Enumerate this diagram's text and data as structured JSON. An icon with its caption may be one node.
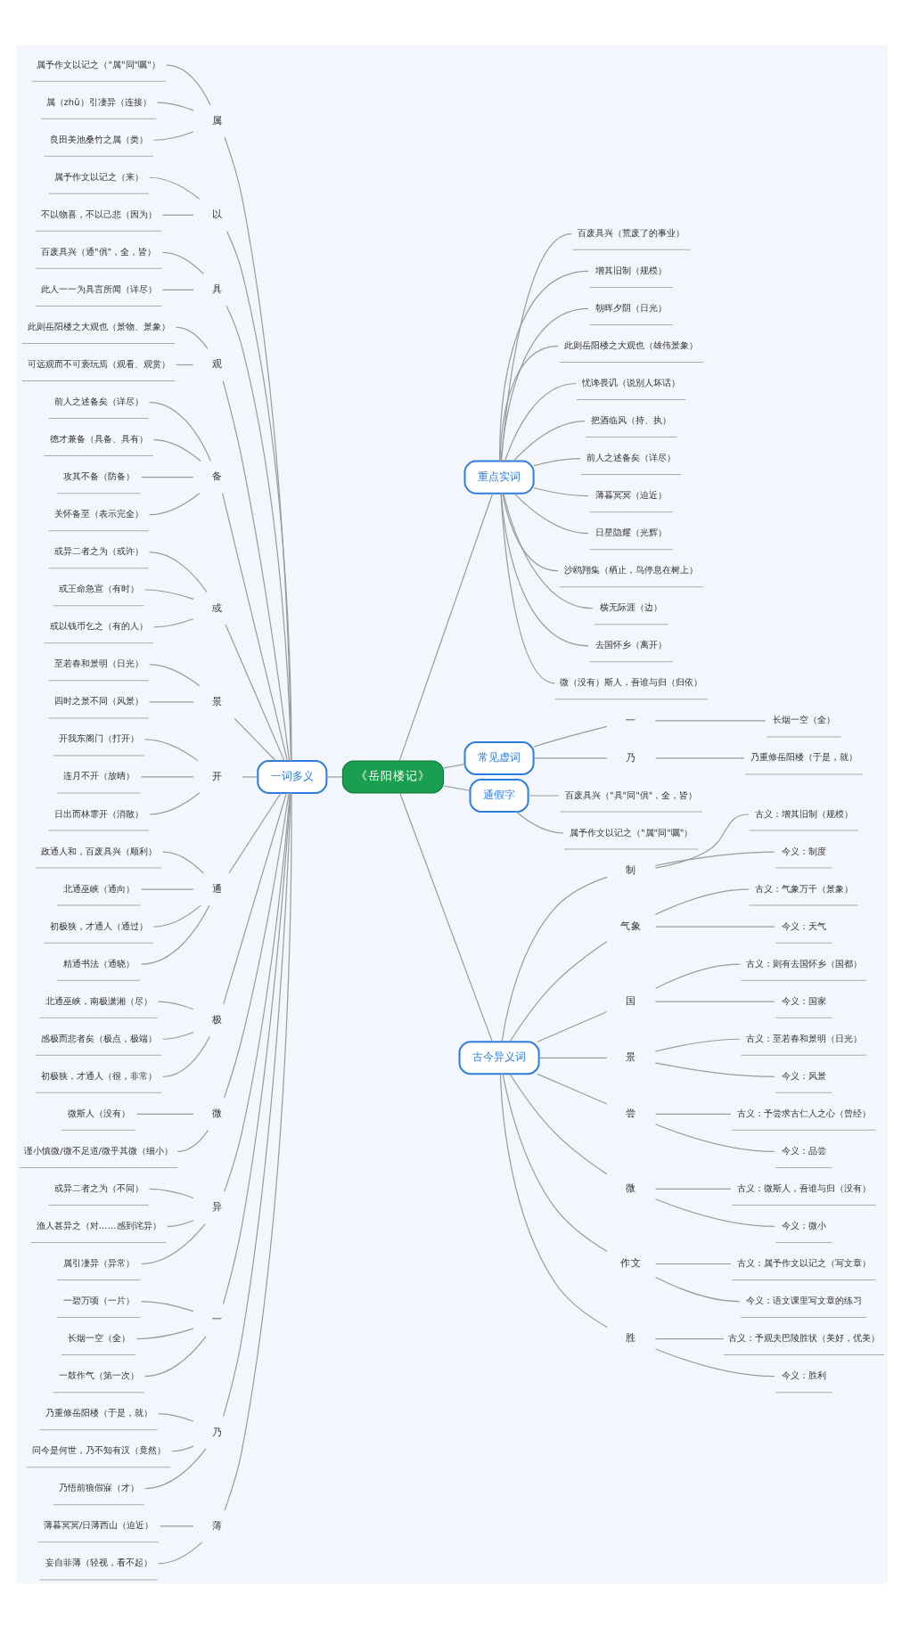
{
  "diagram": {
    "nodes": [
      {
        "text": [
          "《岳阳楼记》"
        ]
      },
      {
        "text": [
          "一词多义"
        ]
      },
      {
        "text": [
          "属"
        ]
      },
      {
        "text": [
          "属予作文以记之（\"属\"同\"嘱\"）"
        ]
      },
      {
        "text": [
          "属（zhǔ）引凄异（连接）"
        ]
      },
      {
        "text": [
          "良田美池桑竹之属（类）"
        ]
      },
      {
        "text": [
          "以"
        ]
      },
      {
        "text": [
          "属予作文以记之（来）"
        ]
      },
      {
        "text": [
          "不以物喜，不以己悲（因为）"
        ]
      },
      {
        "text": [
          "具"
        ]
      },
      {
        "text": [
          "百废具兴（通\"俱\"，全，皆）"
        ]
      },
      {
        "text": [
          "此人一一为具言所闻（详尽）"
        ]
      },
      {
        "text": [
          "观"
        ]
      },
      {
        "text": [
          "此则岳阳楼之大观也（景物、景象）"
        ]
      },
      {
        "text": [
          "可远观而不可亵玩焉（观看、观赏）"
        ]
      },
      {
        "text": [
          "备"
        ]
      },
      {
        "text": [
          "前人之述备矣（详尽）"
        ]
      },
      {
        "text": [
          "德才兼备（具备、具有）"
        ]
      },
      {
        "text": [
          "攻其不备（防备）"
        ]
      },
      {
        "text": [
          "关怀备至（表示完全）"
        ]
      },
      {
        "text": [
          "或"
        ]
      },
      {
        "text": [
          "或异二者之为（或许）"
        ]
      },
      {
        "text": [
          "或王命急宣（有时）"
        ]
      },
      {
        "text": [
          "或以钱币乞之（有的人）"
        ]
      },
      {
        "text": [
          "景"
        ]
      },
      {
        "text": [
          "至若春和景明（日光）"
        ]
      },
      {
        "text": [
          "四时之景不同（风景）"
        ]
      },
      {
        "text": [
          "开"
        ]
      },
      {
        "text": [
          "开我东阁门（打开）"
        ]
      },
      {
        "text": [
          "连月不开（放晴）"
        ]
      },
      {
        "text": [
          "日出而林霏开（消散）"
        ]
      },
      {
        "text": [
          "通"
        ]
      },
      {
        "text": [
          "政通人和，百废具兴（顺利）"
        ]
      },
      {
        "text": [
          "北通巫峡（通向）"
        ]
      },
      {
        "text": [
          "初极狭，才通人（通过）"
        ]
      },
      {
        "text": [
          "精通书法（通晓）"
        ]
      },
      {
        "text": [
          "极"
        ]
      },
      {
        "text": [
          "北通巫峡，南极潇湘（尽）"
        ]
      },
      {
        "text": [
          "感极而悲者矣（极点，极端）"
        ]
      },
      {
        "text": [
          "初极狭，才通人（很，非常）"
        ]
      },
      {
        "text": [
          "微"
        ]
      },
      {
        "text": [
          "微斯人（没有）"
        ]
      },
      {
        "text": [
          "谨小慎微/微不足道/微乎其微（细小）"
        ]
      },
      {
        "text": [
          "异"
        ]
      },
      {
        "text": [
          "或异二者之为（不同）"
        ]
      },
      {
        "text": [
          "渔人甚异之（对……感到诧异）"
        ]
      },
      {
        "text": [
          "属引凄异（异常）"
        ]
      },
      {
        "text": [
          "一"
        ]
      },
      {
        "text": [
          "一碧万顷（一片）"
        ]
      },
      {
        "text": [
          "长烟一空（全）"
        ]
      },
      {
        "text": [
          "一鼓作气（第一次）"
        ]
      },
      {
        "text": [
          "乃"
        ]
      },
      {
        "text": [
          "乃重修岳阳楼（于是，就）"
        ]
      },
      {
        "text": [
          "问今是何世，乃不知有汉（竟然）"
        ]
      },
      {
        "text": [
          "乃悟前狼假寐（才）"
        ]
      },
      {
        "text": [
          "薄"
        ]
      },
      {
        "text": [
          "薄暮冥冥/日薄西山（迫近）"
        ]
      },
      {
        "text": [
          "妄自菲薄（轻视，看不起）"
        ]
      },
      {
        "text": [
          "重点实词"
        ]
      },
      {
        "text": [
          "百废具兴（荒废了的事业）"
        ]
      },
      {
        "text": [
          "增其旧制（规模）"
        ]
      },
      {
        "text": [
          "朝晖夕阴（日光）"
        ]
      },
      {
        "text": [
          "此则岳阳楼之大观也（雄伟景象）"
        ]
      },
      {
        "text": [
          "忧谗畏讥（说别人坏话）"
        ]
      },
      {
        "text": [
          "把酒临风（持、执）"
        ]
      },
      {
        "text": [
          "前人之述备矣（详尽）"
        ]
      },
      {
        "text": [
          "薄暮冥冥（迫近）"
        ]
      },
      {
        "text": [
          "日星隐耀（光辉）"
        ]
      },
      {
        "text": [
          "沙鸥翔集（栖止，鸟停息在树上）"
        ]
      },
      {
        "text": [
          "横无际涯（边）"
        ]
      },
      {
        "text": [
          "去国怀乡（离开）"
        ]
      },
      {
        "text": [
          "微（没有）斯人，吾谁与归（归依）"
        ]
      },
      {
        "text": [
          "常见虚词"
        ]
      },
      {
        "text": [
          "一"
        ]
      },
      {
        "text": [
          "长烟一空（全）"
        ]
      },
      {
        "text": [
          "乃"
        ]
      },
      {
        "text": [
          "乃重修岳阳楼（于是，就）"
        ]
      },
      {
        "text": [
          "通假字"
        ]
      },
      {
        "text": [
          "百废具兴（\"具\"同\"俱\"，全，皆）"
        ]
      },
      {
        "text": [
          "属予作文以记之（\"属\"同\"嘱\"）"
        ]
      },
      {
        "text": [
          "古今异义词"
        ]
      },
      {
        "text": [
          "制"
        ]
      },
      {
        "text": [
          "古义：增其旧制（规模）"
        ]
      },
      {
        "text": [
          "今义：制度"
        ]
      },
      {
        "text": [
          "气象"
        ]
      },
      {
        "text": [
          "古义：气象万千（景象）"
        ]
      },
      {
        "text": [
          "今义：天气"
        ]
      },
      {
        "text": [
          "国"
        ]
      },
      {
        "text": [
          "古义：则有去国怀乡（国都）"
        ]
      },
      {
        "text": [
          "今义：国家"
        ]
      },
      {
        "text": [
          "景"
        ]
      },
      {
        "text": [
          "古义：至若春和景明（日光）"
        ]
      },
      {
        "text": [
          "今义：风景"
        ]
      },
      {
        "text": [
          "尝"
        ]
      },
      {
        "text": [
          "古义：予尝求古仁人之心（曾经）"
        ]
      },
      {
        "text": [
          "今义：品尝"
        ]
      },
      {
        "text": [
          "微"
        ]
      },
      {
        "text": [
          "古义：微斯人，吾谁与归（没有）"
        ]
      },
      {
        "text": [
          "今义：微小"
        ]
      },
      {
        "text": [
          "作文"
        ]
      },
      {
        "text": [
          "古义：属予作文以记之（写文章）"
        ]
      },
      {
        "text": [
          "今义：语文课里写文章的练习"
        ]
      },
      {
        "text": [
          "胜"
        ]
      },
      {
        "text": [
          "古义：予观夫巴陵胜状（美好，优美）"
        ]
      },
      {
        "text": [
          "今义：胜利"
        ]
      }
    ],
    "edges": [
      {
        "from": 1,
        "to": 0,
        "arrow": "none"
      },
      {
        "from": 2,
        "to": 1,
        "arrow": "none"
      },
      {
        "from": 3,
        "to": 2,
        "arrow": "none"
      },
      {
        "from": 4,
        "to": 2,
        "arrow": "none"
      },
      {
        "from": 5,
        "to": 2,
        "arrow": "none"
      },
      {
        "from": 6,
        "to": 1,
        "arrow": "none"
      },
      {
        "from": 7,
        "to": 6,
        "arrow": "none"
      },
      {
        "from": 8,
        "to": 6,
        "arrow": "none"
      },
      {
        "from": 9,
        "to": 1,
        "arrow": "none"
      },
      {
        "from": 10,
        "to": 9,
        "arrow": "none"
      },
      {
        "from": 11,
        "to": 9,
        "arrow": "none"
      },
      {
        "from": 12,
        "to": 1,
        "arrow": "none"
      },
      {
        "from": 13,
        "to": 12,
        "arrow": "none"
      },
      {
        "from": 14,
        "to": 12,
        "arrow": "none"
      },
      {
        "from": 15,
        "to": 1,
        "arrow": "none"
      },
      {
        "from": 16,
        "to": 15,
        "arrow": "none"
      },
      {
        "from": 17,
        "to": 15,
        "arrow": "none"
      },
      {
        "from": 18,
        "to": 15,
        "arrow": "none"
      },
      {
        "from": 19,
        "to": 15,
        "arrow": "none"
      },
      {
        "from": 20,
        "to": 1,
        "arrow": "none"
      },
      {
        "from": 21,
        "to": 20,
        "arrow": "none"
      },
      {
        "from": 22,
        "to": 20,
        "arrow": "none"
      },
      {
        "from": 23,
        "to": 20,
        "arrow": "none"
      },
      {
        "from": 24,
        "to": 1,
        "arrow": "none"
      },
      {
        "from": 25,
        "to": 24,
        "arrow": "none"
      },
      {
        "from": 26,
        "to": 24,
        "arrow": "none"
      },
      {
        "from": 27,
        "to": 1,
        "arrow": "none"
      },
      {
        "from": 28,
        "to": 27,
        "arrow": "none"
      },
      {
        "from": 29,
        "to": 27,
        "arrow": "none"
      },
      {
        "from": 30,
        "to": 27,
        "arrow": "none"
      },
      {
        "from": 31,
        "to": 1,
        "arrow": "none"
      },
      {
        "from": 32,
        "to": 31,
        "arrow": "none"
      },
      {
        "from": 33,
        "to": 31,
        "arrow": "none"
      },
      {
        "from": 34,
        "to": 31,
        "arrow": "none"
      },
      {
        "from": 35,
        "to": 31,
        "arrow": "none"
      },
      {
        "from": 36,
        "to": 1,
        "arrow": "none"
      },
      {
        "from": 37,
        "to": 36,
        "arrow": "none"
      },
      {
        "from": 38,
        "to": 36,
        "arrow": "none"
      },
      {
        "from": 39,
        "to": 36,
        "arrow": "none"
      },
      {
        "from": 40,
        "to": 1,
        "arrow": "none"
      },
      {
        "from": 41,
        "to": 40,
        "arrow": "none"
      },
      {
        "from": 42,
        "to": 40,
        "arrow": "none"
      },
      {
        "from": 43,
        "to": 1,
        "arrow": "none"
      },
      {
        "from": 44,
        "to": 43,
        "arrow": "none"
      },
      {
        "from": 45,
        "to": 43,
        "arrow": "none"
      },
      {
        "from": 46,
        "to": 43,
        "arrow": "none"
      },
      {
        "from": 47,
        "to": 1,
        "arrow": "none"
      },
      {
        "from": 48,
        "to": 47,
        "arrow": "none"
      },
      {
        "from": 49,
        "to": 47,
        "arrow": "none"
      },
      {
        "from": 50,
        "to": 47,
        "arrow": "none"
      },
      {
        "from": 51,
        "to": 1,
        "arrow": "none"
      },
      {
        "from": 52,
        "to": 51,
        "arrow": "none"
      },
      {
        "from": 53,
        "to": 51,
        "arrow": "none"
      },
      {
        "from": 54,
        "to": 51,
        "arrow": "none"
      },
      {
        "from": 55,
        "to": 1,
        "arrow": "none"
      },
      {
        "from": 56,
        "to": 55,
        "arrow": "none"
      },
      {
        "from": 57,
        "to": 55,
        "arrow": "none"
      },
      {
        "from": 0,
        "to": 58,
        "arrow": "none"
      },
      {
        "from": 58,
        "to": 59,
        "arrow": "none"
      },
      {
        "from": 58,
        "to": 60,
        "arrow": "none"
      },
      {
        "from": 58,
        "to": 61,
        "arrow": "none"
      },
      {
        "from": 58,
        "to": 62,
        "arrow": "none"
      },
      {
        "from": 58,
        "to": 63,
        "arrow": "none"
      },
      {
        "from": 58,
        "to": 64,
        "arrow": "none"
      },
      {
        "from": 58,
        "to": 65,
        "arrow": "none"
      },
      {
        "from": 58,
        "to": 66,
        "arrow": "none"
      },
      {
        "from": 58,
        "to": 67,
        "arrow": "none"
      },
      {
        "from": 58,
        "to": 68,
        "arrow": "none"
      },
      {
        "from": 58,
        "to": 69,
        "arrow": "none"
      },
      {
        "from": 58,
        "to": 70,
        "arrow": "none"
      },
      {
        "from": 58,
        "to": 71,
        "arrow": "none"
      },
      {
        "from": 0,
        "to": 72,
        "arrow": "none"
      },
      {
        "from": 72,
        "to": 73,
        "arrow": "none"
      },
      {
        "from": 73,
        "to": 74,
        "arrow": "none"
      },
      {
        "from": 72,
        "to": 75,
        "arrow": "none"
      },
      {
        "from": 75,
        "to": 76,
        "arrow": "none"
      },
      {
        "from": 0,
        "to": 77,
        "arrow": "none"
      },
      {
        "from": 77,
        "to": 78,
        "arrow": "none"
      },
      {
        "from": 77,
        "to": 79,
        "arrow": "none"
      },
      {
        "from": 0,
        "to": 80,
        "arrow": "none"
      },
      {
        "from": 80,
        "to": 81,
        "arrow": "none"
      },
      {
        "from": 81,
        "to": 82,
        "arrow": "none"
      },
      {
        "from": 81,
        "to": 83,
        "arrow": "none"
      },
      {
        "from": 80,
        "to": 84,
        "arrow": "none"
      },
      {
        "from": 84,
        "to": 85,
        "arrow": "none"
      },
      {
        "from": 84,
        "to": 86,
        "arrow": "none"
      },
      {
        "from": 80,
        "to": 87,
        "arrow": "none"
      },
      {
        "from": 87,
        "to": 88,
        "arrow": "none"
      },
      {
        "from": 87,
        "to": 89,
        "arrow": "none"
      },
      {
        "from": 80,
        "to": 90,
        "arrow": "none"
      },
      {
        "from": 90,
        "to": 91,
        "arrow": "none"
      },
      {
        "from": 90,
        "to": 92,
        "arrow": "none"
      },
      {
        "from": 80,
        "to": 93,
        "arrow": "none"
      },
      {
        "from": 93,
        "to": 94,
        "arrow": "none"
      },
      {
        "from": 93,
        "to": 95,
        "arrow": "none"
      },
      {
        "from": 80,
        "to": 96,
        "arrow": "none"
      },
      {
        "from": 96,
        "to": 97,
        "arrow": "none"
      },
      {
        "from": 96,
        "to": 98,
        "arrow": "none"
      },
      {
        "from": 80,
        "to": 99,
        "arrow": "none"
      },
      {
        "from": 99,
        "to": 100,
        "arrow": "none"
      },
      {
        "from": 99,
        "to": 101,
        "arrow": "none"
      },
      {
        "from": 80,
        "to": 102,
        "arrow": "none"
      },
      {
        "from": 102,
        "to": 103,
        "arrow": "none"
      },
      {
        "from": 102,
        "to": 104,
        "arrow": "none"
      }
    ]
  }
}
